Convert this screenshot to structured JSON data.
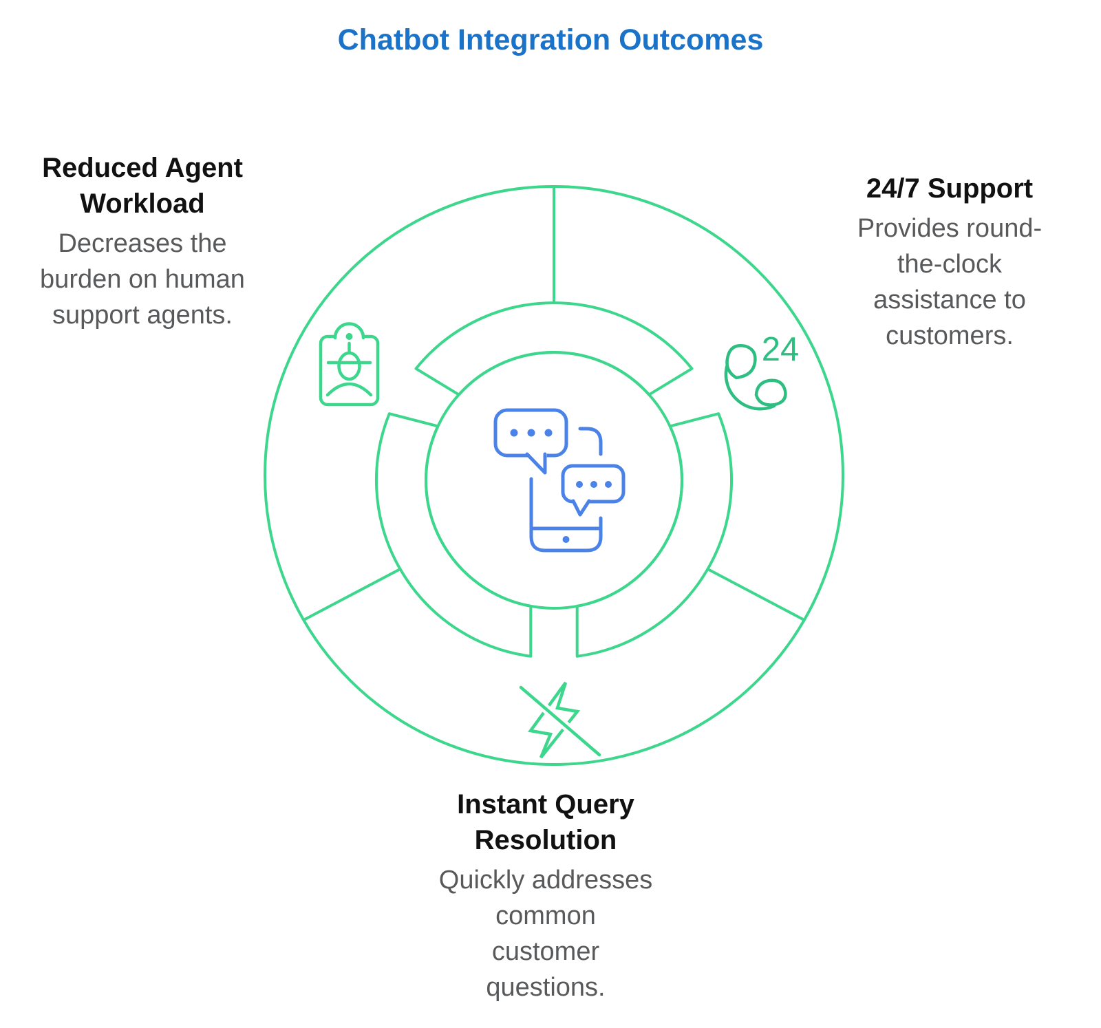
{
  "title": {
    "text": "Chatbot Integration Outcomes"
  },
  "colors": {
    "title_blue": "#1B72C9",
    "icon_blue": "#4B82E8",
    "ring_green": "#3CD68C",
    "handset_green": "#2FBE81",
    "heading_text": "#111111",
    "body_text": "#58595B"
  },
  "diagram": {
    "center_icon": "chatbot-phone-icon",
    "segments": [
      {
        "id": "reduced-agent-workload",
        "position": "top-left",
        "heading": "Reduced Agent\nWorkload",
        "description": "Decreases the\nburden on human\nsupport agents.",
        "icon": "agent-badge-icon"
      },
      {
        "id": "24-7-support",
        "position": "top-right",
        "heading": "24/7 Support",
        "description": "Provides round-\nthe-clock\nassistance to\ncustomers.",
        "icon": "phone-24-icon",
        "icon_label": "24"
      },
      {
        "id": "instant-query-resolution",
        "position": "bottom",
        "heading": "Instant Query\nResolution",
        "description": "Quickly addresses\ncommon\ncustomer\nquestions.",
        "icon": "instant-bolt-icon"
      }
    ]
  }
}
